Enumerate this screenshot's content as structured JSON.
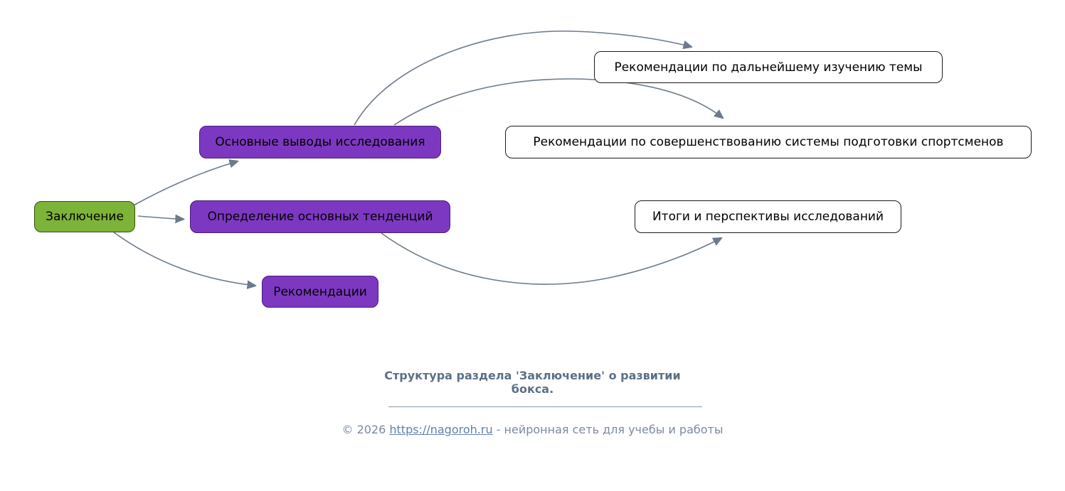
{
  "diagram": {
    "root": {
      "label": "Заключение"
    },
    "branches": [
      {
        "label": "Основные выводы исследования"
      },
      {
        "label": "Определение основных тенденций"
      },
      {
        "label": "Рекомендации"
      }
    ],
    "leaves": [
      {
        "label": "Рекомендации по дальнейшему изучению темы"
      },
      {
        "label": "Рекомендации по совершенствованию системы подготовки спортсменов"
      },
      {
        "label": "Итоги и перспективы исследований"
      }
    ]
  },
  "caption": {
    "text": "Структура раздела 'Заключение' о развитии бокса."
  },
  "footer": {
    "prefix": "© 2026 ",
    "link": "https://nagoroh.ru",
    "suffix": " - нейронная сеть для учебы и работы"
  },
  "colors": {
    "root_fill": "#7db338",
    "root_border": "#33510f",
    "branch_fill": "#7d38c2",
    "branch_border": "#471d75",
    "leaf_fill": "#ffffff",
    "leaf_border": "#1a1a1a",
    "edge_color": "#6b7b8c",
    "caption_color": "#5b7086",
    "footer_color": "#7b8aa0",
    "link_color": "#5f81ad",
    "divider_color": "#8a97a5"
  }
}
